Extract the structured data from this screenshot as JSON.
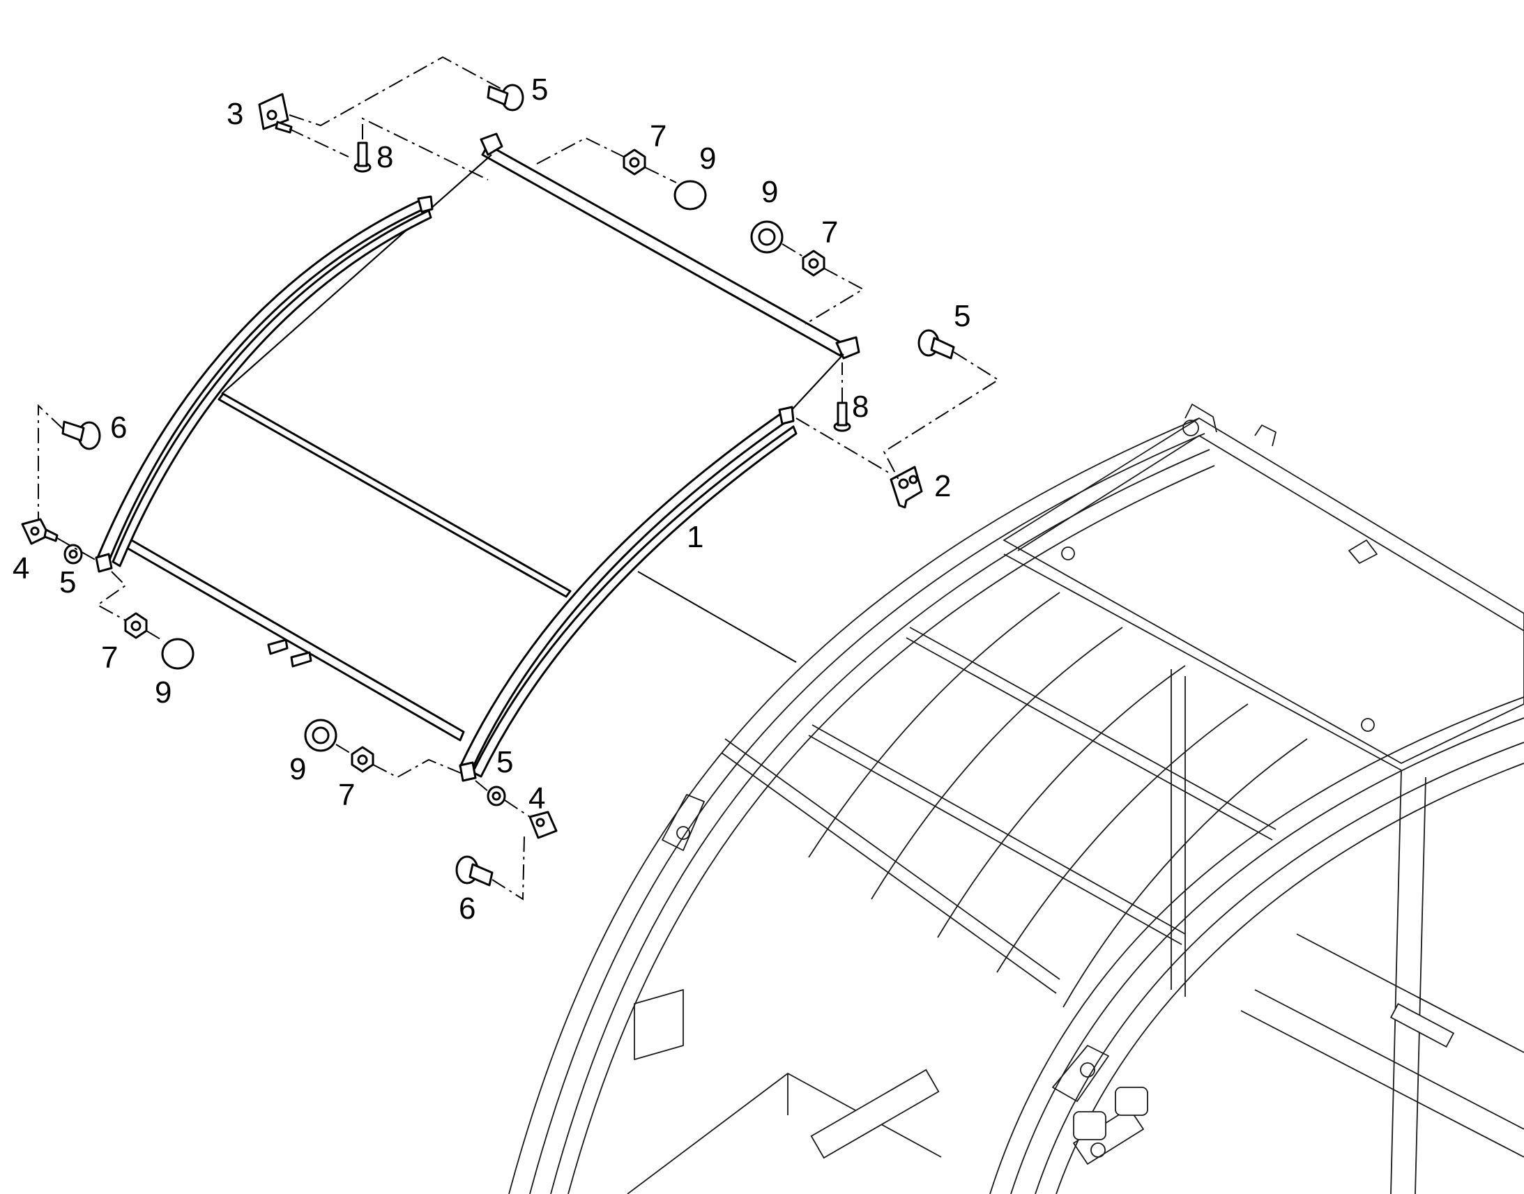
{
  "callouts": [
    {
      "id": "c1",
      "text": "1"
    },
    {
      "id": "c2",
      "text": "2"
    },
    {
      "id": "c3",
      "text": "3"
    },
    {
      "id": "c4a",
      "text": "4"
    },
    {
      "id": "c4b",
      "text": "4"
    },
    {
      "id": "c5a",
      "text": "5"
    },
    {
      "id": "c5b",
      "text": "5"
    },
    {
      "id": "c5c",
      "text": "5"
    },
    {
      "id": "c5d",
      "text": "5"
    },
    {
      "id": "c6a",
      "text": "6"
    },
    {
      "id": "c6b",
      "text": "6"
    },
    {
      "id": "c7a",
      "text": "7"
    },
    {
      "id": "c7b",
      "text": "7"
    },
    {
      "id": "c7c",
      "text": "7"
    },
    {
      "id": "c7d",
      "text": "7"
    },
    {
      "id": "c8a",
      "text": "8"
    },
    {
      "id": "c8b",
      "text": "8"
    },
    {
      "id": "c9a",
      "text": "9"
    },
    {
      "id": "c9b",
      "text": "9"
    },
    {
      "id": "c9c",
      "text": "9"
    },
    {
      "id": "c9d",
      "text": "9"
    }
  ],
  "colors": {
    "line": "#000000",
    "background": "#ffffff"
  }
}
